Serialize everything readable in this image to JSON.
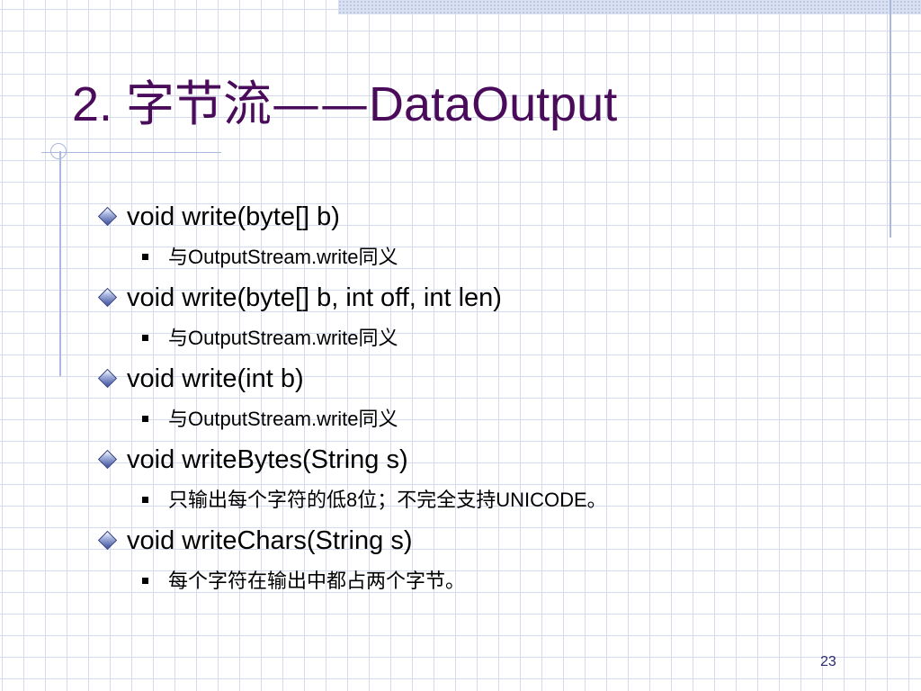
{
  "slide": {
    "title_num": "2. ",
    "title_cjk": "字节流",
    "title_dash": "——",
    "title_latin": "DataOutput",
    "items": [
      {
        "text": "void write(byte[] b)",
        "sub": "与OutputStream.write同义"
      },
      {
        "text": "void write(byte[] b, int off, int len)",
        "sub": "与OutputStream.write同义"
      },
      {
        "text": "void write(int b)",
        "sub": "与OutputStream.write同义"
      },
      {
        "text": "void writeBytes(String s)",
        "sub": "只输出每个字符的低8位；不完全支持UNICODE。"
      },
      {
        "text": "void writeChars(String s)",
        "sub": "每个字符在输出中都占两个字节。"
      }
    ],
    "page_number": "23"
  },
  "colors": {
    "title": "#4a0c5a",
    "grid": "#d4dbec",
    "accent": "#a9b8dc"
  }
}
